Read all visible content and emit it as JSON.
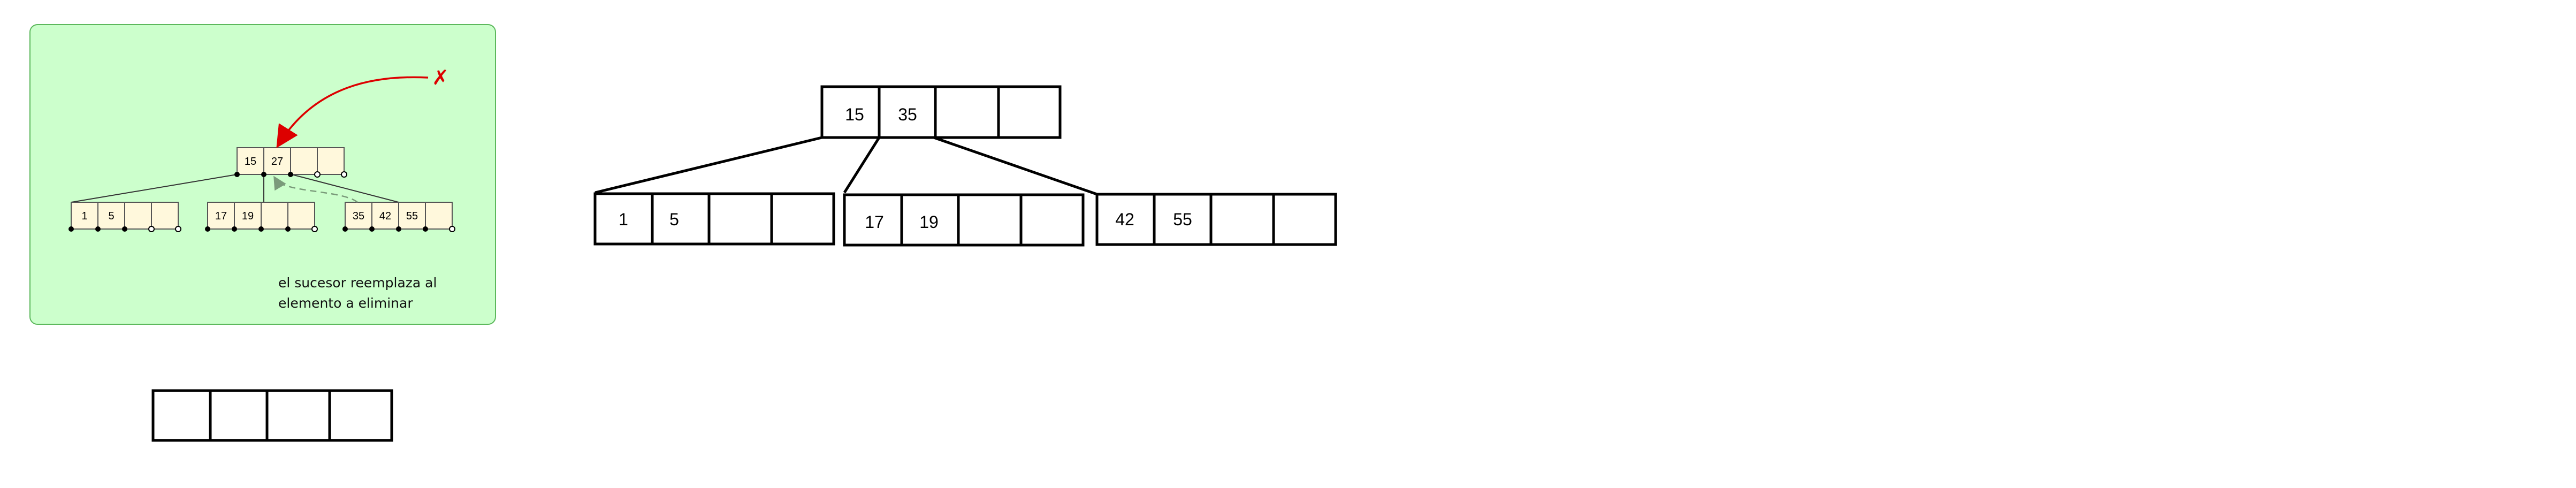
{
  "note_panel": {
    "mini_root": [
      "15",
      "27",
      "",
      ""
    ],
    "mini_children": [
      [
        "1",
        "5",
        "",
        ""
      ],
      [
        "17",
        "19",
        "",
        ""
      ],
      [
        "35",
        "42",
        "55",
        ""
      ]
    ],
    "x_mark": "✗",
    "caption_line1": "el sucesor reemplaza al",
    "caption_line2": "elemento a eliminar",
    "colors": {
      "panel_fill": "#ccffcc",
      "panel_border": "#5cb85c",
      "cell_fill": "#fff8dc",
      "arrow": "#dd0000"
    }
  },
  "main_tree": {
    "root": [
      "15",
      "35",
      "",
      ""
    ],
    "children": [
      [
        "1",
        "5",
        "",
        ""
      ],
      [
        "17",
        "19",
        "",
        ""
      ],
      [
        "42",
        "55",
        "",
        ""
      ]
    ]
  },
  "empty_node": [
    "",
    "",
    "",
    ""
  ]
}
